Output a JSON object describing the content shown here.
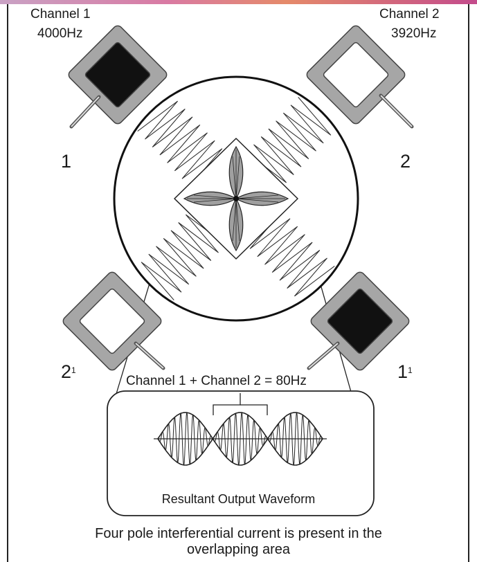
{
  "channels": {
    "ch1": {
      "name": "Channel 1",
      "freq": "4000Hz"
    },
    "ch2": {
      "name": "Channel 2",
      "freq": "3920Hz"
    }
  },
  "electrodes": {
    "e1": {
      "num": "1",
      "sup": "",
      "color": "#111111"
    },
    "e2": {
      "num": "2",
      "sup": "",
      "color": "#ffffff"
    },
    "e2p": {
      "num": "2",
      "sup": "1",
      "color": "#ffffff"
    },
    "e1p": {
      "num": "1",
      "sup": "1",
      "color": "#111111"
    }
  },
  "equation": "Channel 1 + Channel 2 = 80Hz",
  "waveform_label": "Resultant Output Waveform",
  "caption": {
    "line1": "Four pole interferential current is present in the",
    "line2": "overlapping area"
  },
  "colors": {
    "pad_border": "#a6a6a6",
    "lobe_fill": "#a0a0a0",
    "line": "#222222"
  }
}
